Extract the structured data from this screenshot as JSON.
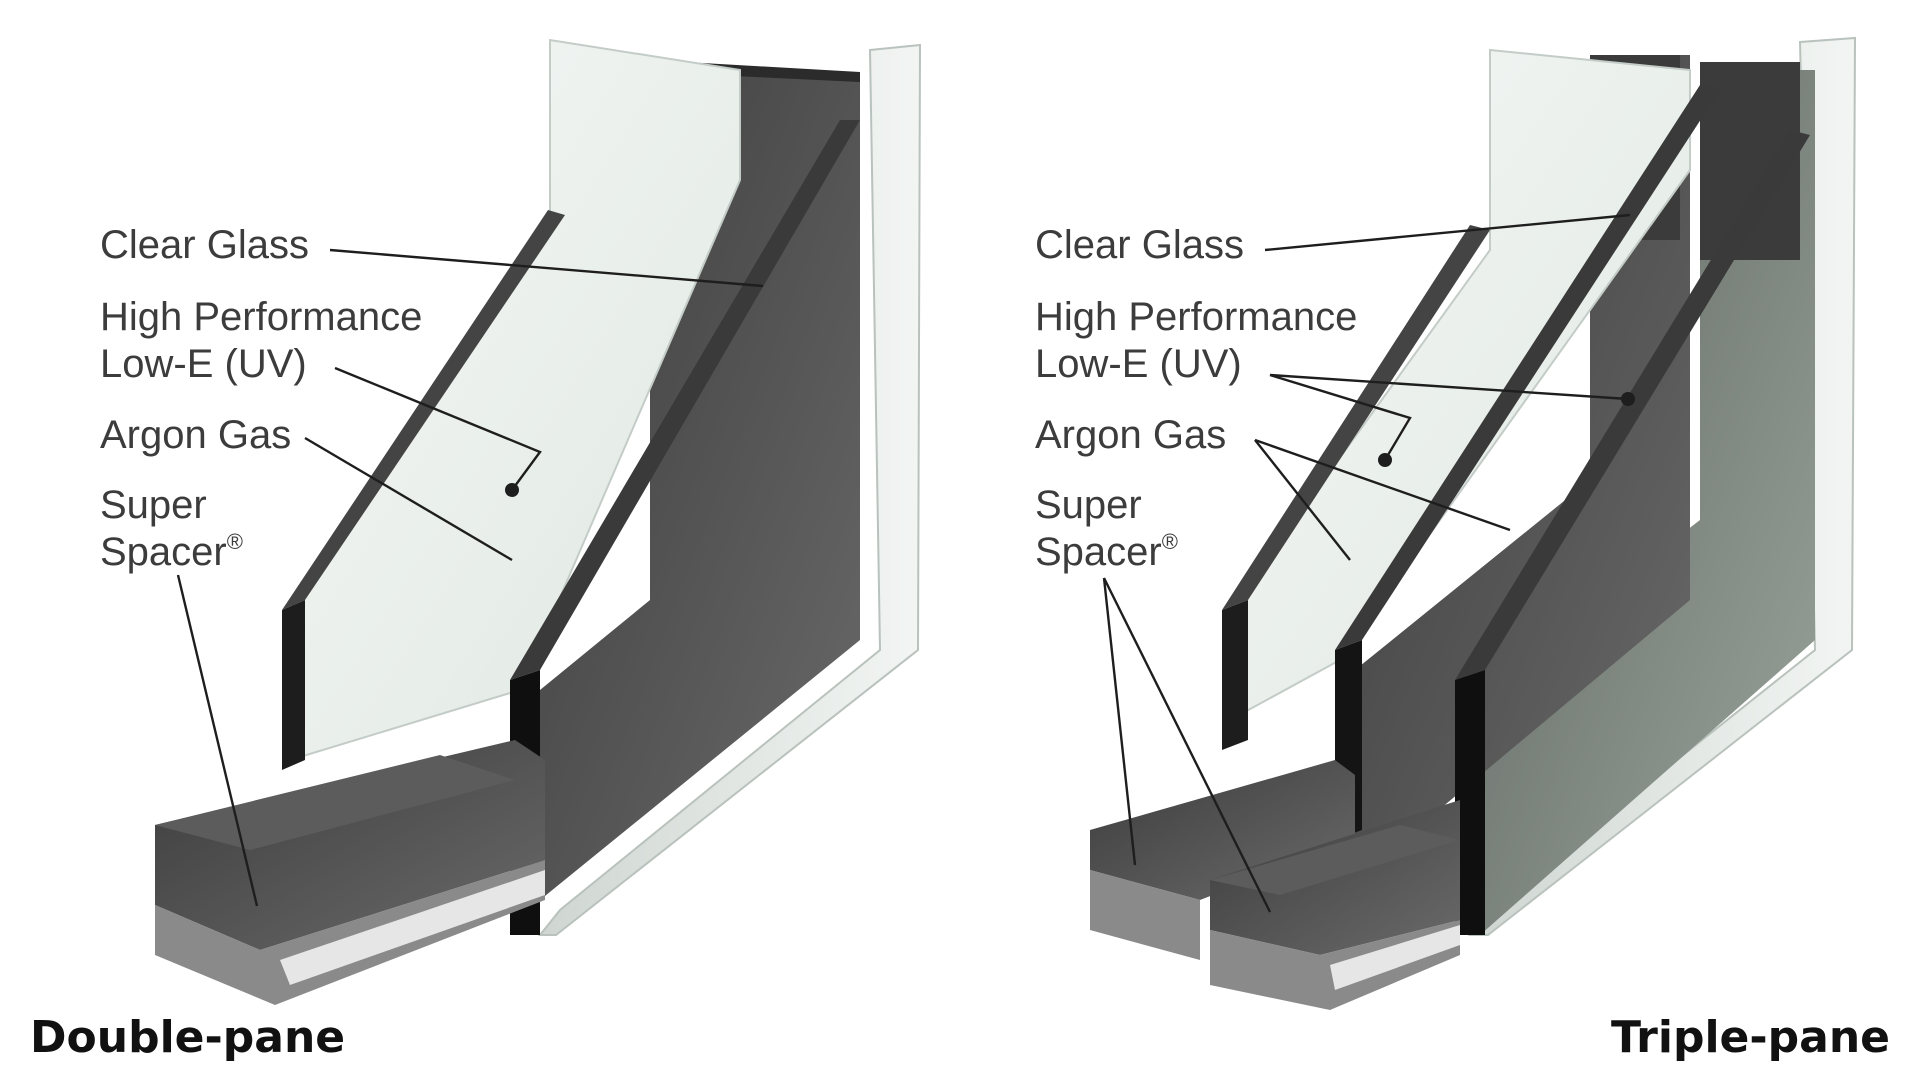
{
  "colors": {
    "background": "#ffffff",
    "spacer": "#5a5a5a",
    "spacer_dark": "#3e3e3e",
    "glass_light": "#eef4f1",
    "glass_dark": "#6e6e6e",
    "edge": "#1a1a1a",
    "label": "#3c3c3c",
    "caption": "#111111"
  },
  "double_pane": {
    "caption": "Double-pane",
    "labels": {
      "clear_glass": "Clear Glass",
      "low_e_line1": "High Performance",
      "low_e_line2": "Low-E (UV)",
      "argon_gas": "Argon Gas",
      "spacer_line1": "Super",
      "spacer_line2": "Spacer",
      "registered": "®"
    }
  },
  "triple_pane": {
    "caption": "Triple-pane",
    "labels": {
      "clear_glass": "Clear Glass",
      "low_e_line1": "High Performance",
      "low_e_line2": "Low-E (UV)",
      "argon_gas": "Argon Gas",
      "spacer_line1": "Super",
      "spacer_line2": "Spacer",
      "registered": "®"
    }
  }
}
